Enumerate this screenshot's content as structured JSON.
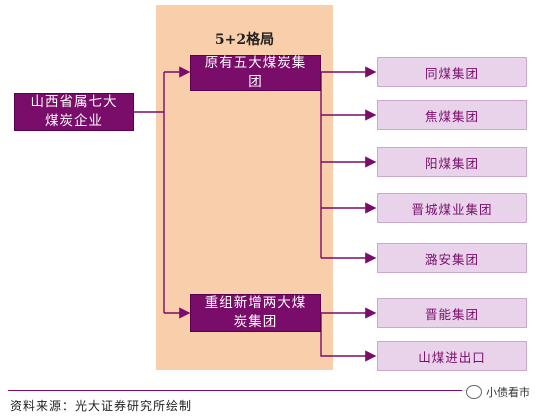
{
  "title": "5+2格局",
  "root": "山西省属七大煤炭企业",
  "groups": [
    {
      "label": "原有五大煤炭集团"
    },
    {
      "label": "重组新增两大煤炭集团"
    }
  ],
  "companies": [
    "同煤集团",
    "焦煤集团",
    "阳煤集团",
    "晋城煤业集团",
    "潞安集团",
    "晋能集团",
    "山煤进出口"
  ],
  "source": "资料来源：光大证券研究所绘制",
  "watermark": "小债看市",
  "colors": {
    "dark_box": "#7a0c6a",
    "light_box": "#e8d3ea",
    "panel": "#f8cfaa"
  }
}
